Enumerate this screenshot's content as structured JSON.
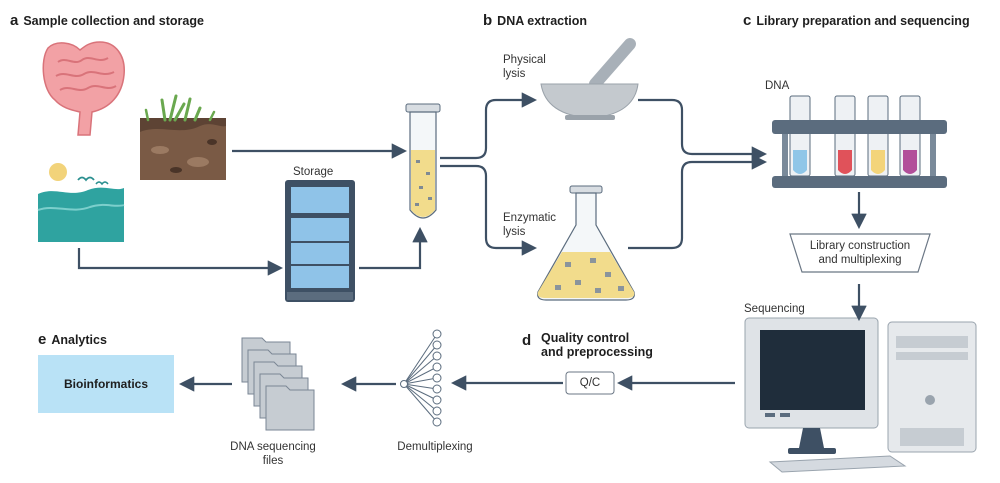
{
  "sections": {
    "a": {
      "letter": "a",
      "title": "Sample collection and storage"
    },
    "b": {
      "letter": "b",
      "title": "DNA extraction"
    },
    "c": {
      "letter": "c",
      "title": "Library preparation and sequencing"
    },
    "d": {
      "letter": "d",
      "title_line1": "Quality control",
      "title_line2": "and preprocessing"
    },
    "e": {
      "letter": "e",
      "title": "Analytics"
    }
  },
  "labels": {
    "storage": "Storage",
    "physical_lysis_1": "Physical",
    "physical_lysis_2": "lysis",
    "enzymatic_lysis_1": "Enzymatic",
    "enzymatic_lysis_2": "lysis",
    "dna": "DNA",
    "library_1": "Library construction",
    "library_2": "and multiplexing",
    "sequencing": "Sequencing",
    "qc": "Q/C",
    "demultiplexing": "Demultiplexing",
    "files_1": "DNA sequencing",
    "files_2": "files",
    "bioinformatics": "Bioinformatics"
  },
  "colors": {
    "arrow": "#3e5064",
    "tube_blue": "#8fc6e8",
    "tube_red": "#e0525a",
    "tube_yellow": "#f3d47a",
    "tube_purple": "#b24f9a",
    "bioinformatics_box": "#b9e2f6",
    "sample_fill": "#f2dc8c"
  }
}
